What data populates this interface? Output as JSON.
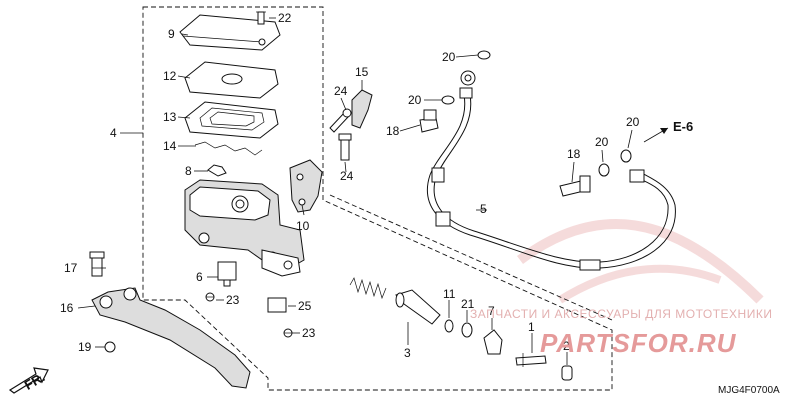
{
  "labels": {
    "p1": "1",
    "p2": "2",
    "p3": "3",
    "p4": "4",
    "p5": "5",
    "p6": "6",
    "p7": "7",
    "p8": "8",
    "p9": "9",
    "p10": "10",
    "p11": "11",
    "p12": "12",
    "p13": "13",
    "p14": "14",
    "p15": "15",
    "p16": "16",
    "p17": "17",
    "p18a": "18",
    "p18b": "18",
    "p19": "19",
    "p20a": "20",
    "p20b": "20",
    "p20c": "20",
    "p20d": "20",
    "p21": "21",
    "p22": "22",
    "p23a": "23",
    "p23b": "23",
    "p24a": "24",
    "p24b": "24",
    "p25": "25"
  },
  "reference": "E-6",
  "direction": "FR.",
  "diagram_code": "MJG4F0700A",
  "watermark": {
    "line1": "ЗАПЧАСТИ И АКСЕССУАРЫ ДЛЯ МОТОТЕХНИКИ",
    "line2": "PARTSFOR.RU"
  },
  "colors": {
    "ink": "#111111",
    "watermark": "#e59a9a"
  }
}
